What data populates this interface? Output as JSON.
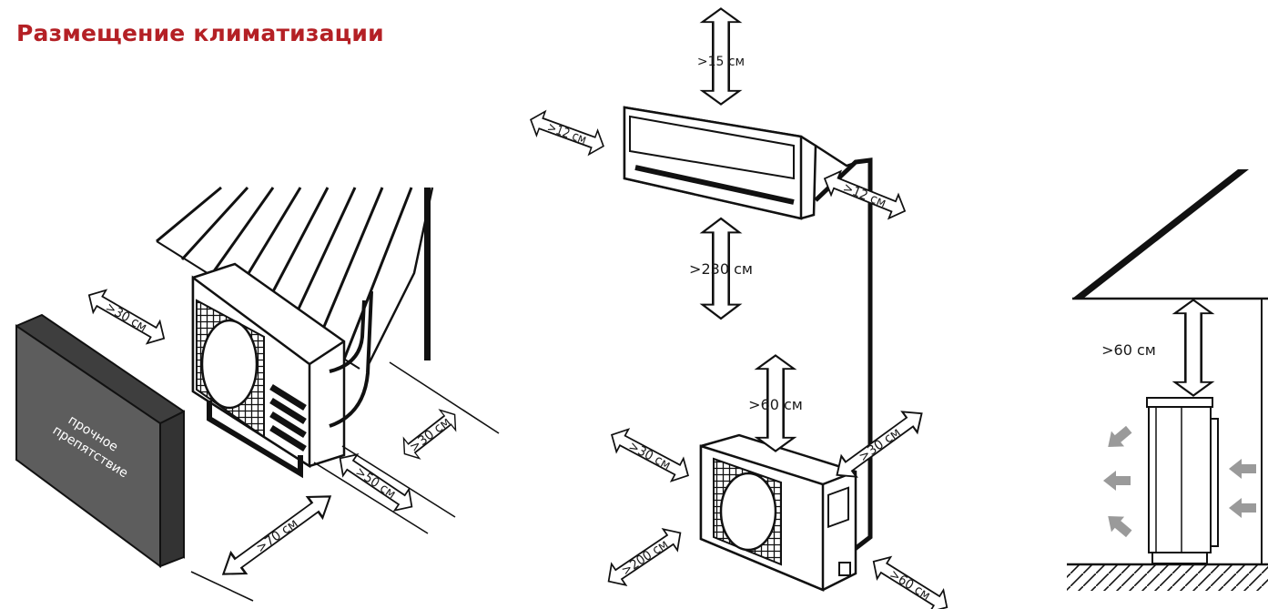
{
  "title": "Размещение климатизации",
  "colors": {
    "title": "#b42025",
    "obstacle": "#5d5d5d",
    "airflow_arrow": "#9a9a9a",
    "line": "#111111"
  },
  "left_scene": {
    "obstacle_label_line1": "прочное",
    "obstacle_label_line2": "препятствие",
    "clearances": {
      "to_obstacle": ">30 см",
      "right": ">30 см",
      "front_near": ">50 см",
      "front_far": ">70 см"
    }
  },
  "middle_scene": {
    "indoor": {
      "top": ">15 см",
      "left": ">12 см",
      "right": ">12 см",
      "floor": ">230 см"
    },
    "outdoor": {
      "top": ">60 см",
      "left": ">30 см",
      "right_top": ">30 см",
      "front_left": ">200 см",
      "front_right": ">60 см"
    }
  },
  "right_scene": {
    "top": ">60 см"
  }
}
